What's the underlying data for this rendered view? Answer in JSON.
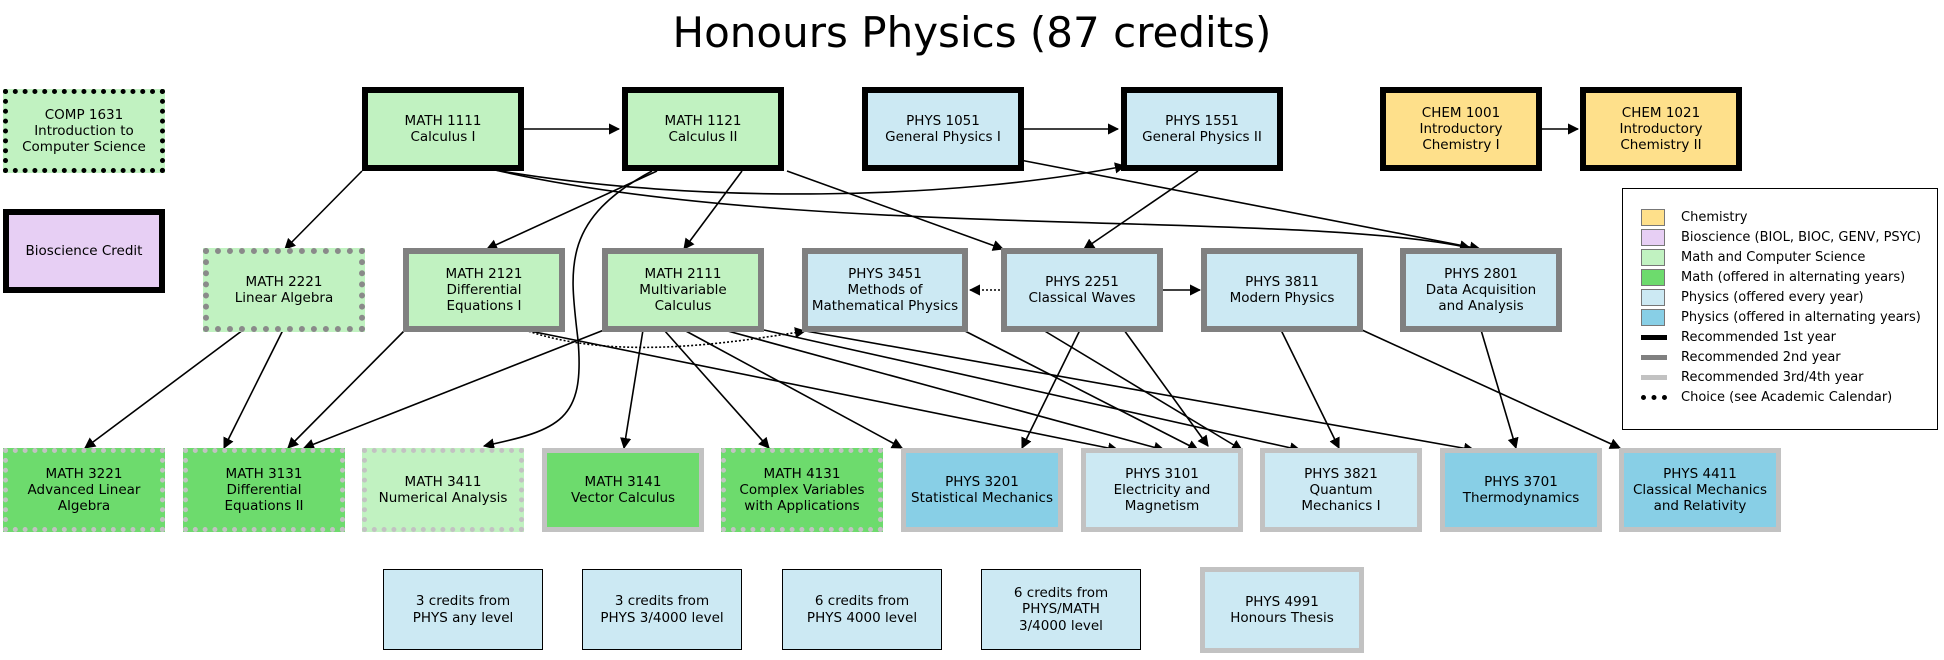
{
  "title": "Honours Physics (87 credits)",
  "courses": {
    "comp1631": "COMP 1631\nIntroduction to\nComputer Science",
    "bio": "Bioscience Credit",
    "math1111": "MATH 1111\nCalculus I",
    "math1121": "MATH 1121\nCalculus II",
    "phys1051": "PHYS 1051\nGeneral Physics I",
    "phys1551": "PHYS 1551\nGeneral Physics II",
    "chem1001": "CHEM 1001\nIntroductory\nChemistry I",
    "chem1021": "CHEM 1021\nIntroductory\nChemistry II",
    "math2221": "MATH 2221\nLinear Algebra",
    "math2121": "MATH 2121\nDifferential\nEquations I",
    "math2111": "MATH 2111\nMultivariable\nCalculus",
    "phys3451": "PHYS 3451\nMethods of\nMathematical Physics",
    "phys2251": "PHYS 2251\nClassical Waves",
    "phys3811": "PHYS 3811\nModern Physics",
    "phys2801": "PHYS 2801\nData Acquisition\nand Analysis",
    "math3221": "MATH 3221\nAdvanced Linear\nAlgebra",
    "math3131": "MATH 3131\nDifferential\nEquations II",
    "math3411": "MATH 3411\nNumerical Analysis",
    "math3141": "MATH 3141\nVector Calculus",
    "math4131": "MATH 4131\nComplex Variables\nwith Applications",
    "phys3201": "PHYS 3201\nStatistical Mechanics",
    "phys3101": "PHYS 3101\nElectricity and\nMagnetism",
    "phys3821": "PHYS 3821\nQuantum\nMechanics I",
    "phys3701": "PHYS 3701\nThermodynamics",
    "phys4411": "PHYS 4411\nClassical Mechanics\nand Relativity",
    "elec1": "3 credits from\nPHYS any level",
    "elec2": "3 credits from\nPHYS 3/4000 level",
    "elec3": "6 credits from\nPHYS 4000 level",
    "elec4": "6 credits from\nPHYS/MATH\n3/4000 level",
    "phys4991": "PHYS 4991\nHonours Thesis"
  },
  "legend": {
    "chemistry": "Chemistry",
    "bioscience": "Bioscience (BIOL, BIOC, GENV, PSYC)",
    "math_cs": "Math and Computer Science",
    "math_alt": "Math (offered in alternating years)",
    "phys_every": "Physics (offered every year)",
    "phys_alt": "Physics (offered in alternating years)",
    "year1": "Recommended 1st year",
    "year2": "Recommended 2nd year",
    "year34": "Recommended 3rd/4th year",
    "choice": "Choice (see Academic Calendar)"
  },
  "colors": {
    "chemistry": "#fee08b",
    "bioscience": "#e7cff4",
    "math_cs": "#c1f2c1",
    "math_alt": "#6ddb6d",
    "phys_every": "#cce9f3",
    "phys_alt": "#88cfe6"
  }
}
